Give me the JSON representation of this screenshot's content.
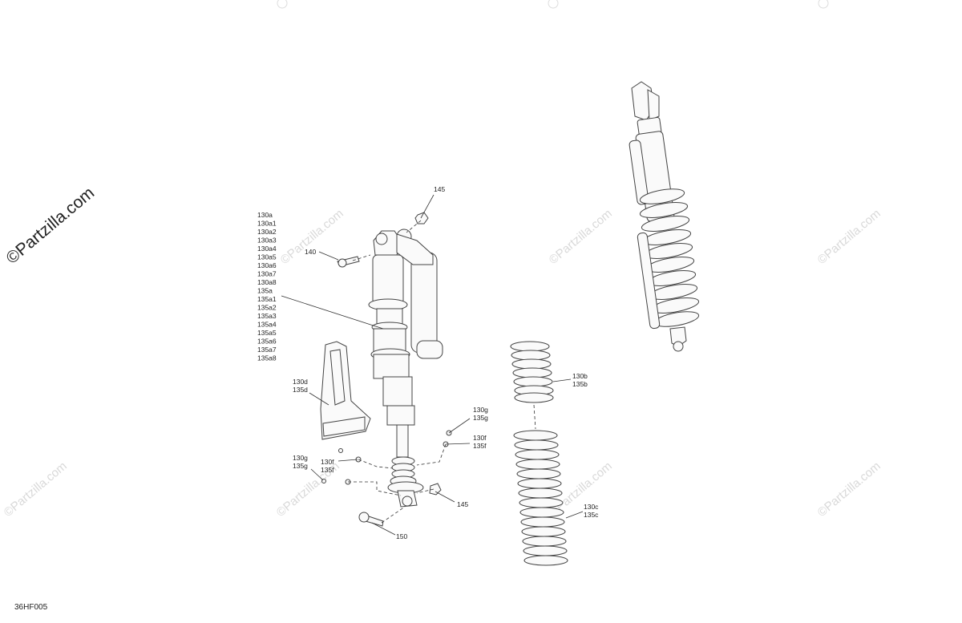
{
  "brand_watermark": "©Partzilla.com",
  "faded_watermark": "©Partzilla.com",
  "diagram_code": "36HF005",
  "callouts": {
    "shock_assembly": [
      "130a",
      "130a1",
      "130a2",
      "130a3",
      "130a4",
      "130a5",
      "130a6",
      "130a7",
      "130a8",
      "135a",
      "135a1",
      "135a2",
      "135a3",
      "135a4",
      "135a5",
      "135a6",
      "135a7",
      "135a8"
    ],
    "nut_top": "145",
    "bolt_top": "140",
    "guard_a": "130d",
    "guard_b": "135d",
    "clip_right_a": "130g",
    "clip_right_b": "135g",
    "clip_right2_a": "130f",
    "clip_right2_b": "135f",
    "clip_left_a": "130g",
    "clip_left_b": "135g",
    "clip_left2_a": "130f",
    "clip_left2_b": "135f",
    "nut_bottom": "145",
    "bolt_bottom": "150",
    "spring_small_a": "130b",
    "spring_small_b": "135b",
    "spring_large_a": "130c",
    "spring_large_b": "135c"
  }
}
